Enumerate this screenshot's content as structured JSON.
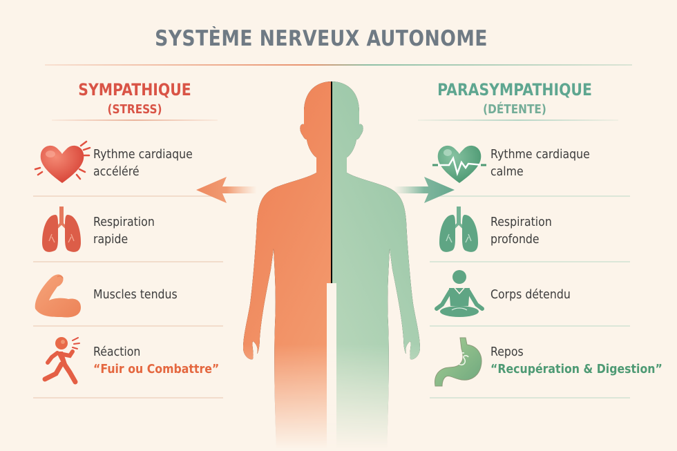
{
  "title": "SYSTÈME NERVEUX AUTONOME",
  "colors": {
    "sympathetic": "#d95446",
    "sympathetic_body": "#ee8357",
    "parasympathetic": "#5ea690",
    "parasympathetic_body": "#9cc7a9",
    "title": "#6f7a84",
    "background": "#fcf4ea"
  },
  "sympathetic": {
    "heading": "SYMPATHIQUE",
    "subheading": "(STRESS)",
    "items": [
      {
        "icon": "racing-heart-icon",
        "line1": "Rythme cardiaque",
        "line2": "accéléré",
        "emphasis": ""
      },
      {
        "icon": "lungs-icon",
        "line1": "Respiration",
        "line2": "rapide",
        "emphasis": ""
      },
      {
        "icon": "flexed-arm-icon",
        "line1": "Muscles tendus",
        "line2": "",
        "emphasis": ""
      },
      {
        "icon": "running-person-icon",
        "line1": "Réaction",
        "line2": "",
        "emphasis": "“Fuir ou Combattre”"
      }
    ]
  },
  "parasympathetic": {
    "heading": "PARASYMPATHIQUE",
    "subheading": "(DÉTENTE)",
    "items": [
      {
        "icon": "heart-pulse-icon",
        "line1": "Rythme cardiaque",
        "line2": "calme",
        "emphasis": ""
      },
      {
        "icon": "lungs-icon",
        "line1": "Respiration",
        "line2": "profonde",
        "emphasis": ""
      },
      {
        "icon": "meditating-person-icon",
        "line1": "Corps détendu",
        "line2": "",
        "emphasis": ""
      },
      {
        "icon": "stomach-icon",
        "line1": "Repos",
        "line2": "",
        "emphasis": "“Recupération & Digestion”"
      }
    ]
  }
}
